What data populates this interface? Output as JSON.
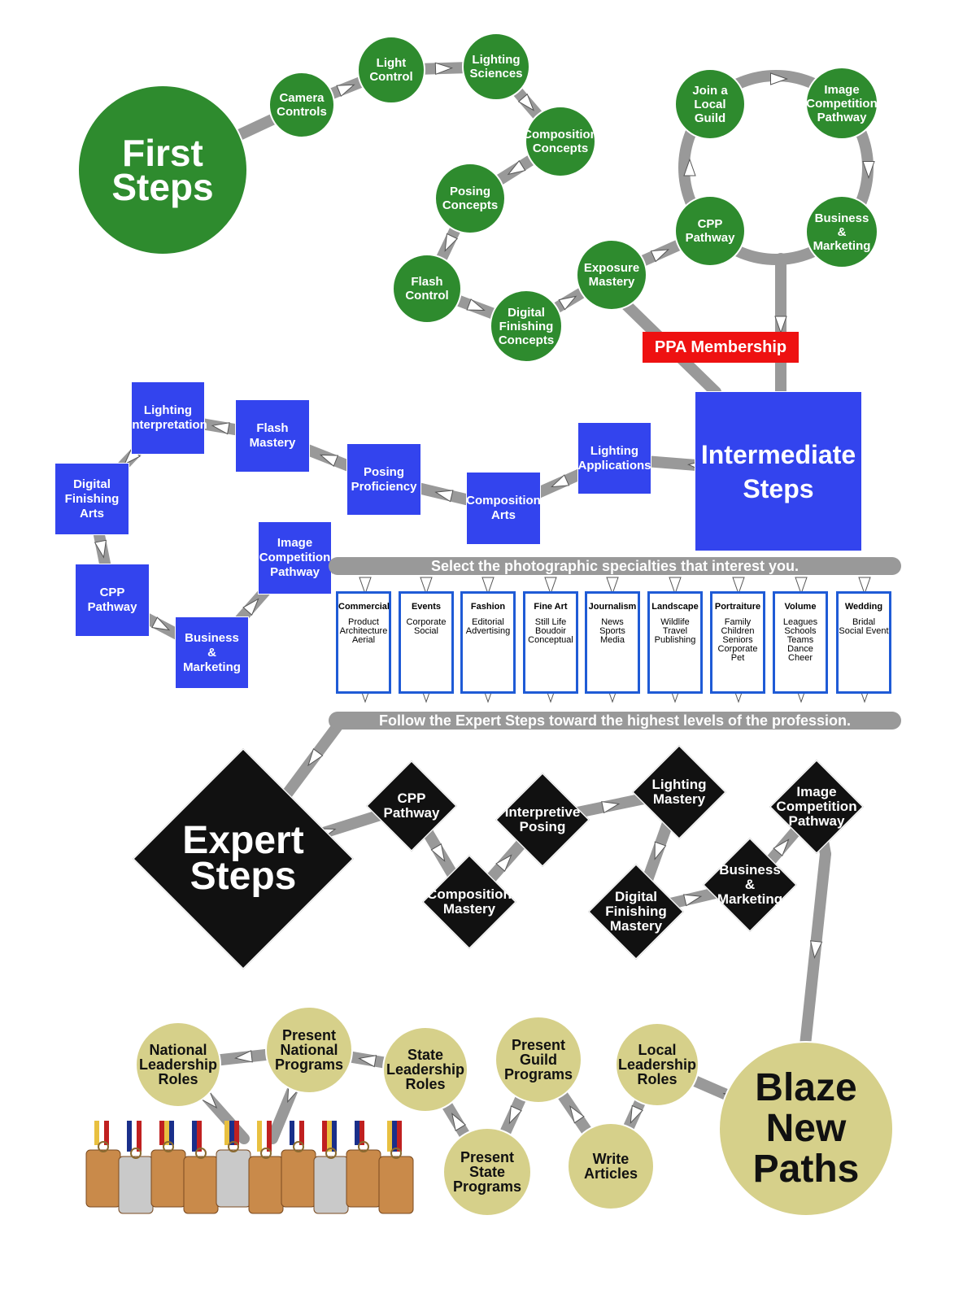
{
  "colors": {
    "green": "#2e8b2e",
    "blue": "#3344ee",
    "black": "#111111",
    "tan": "#d6d08a",
    "red": "#ee1111",
    "connector": "#999999",
    "specialty_border": "#1f5bd6"
  },
  "first_steps": {
    "title": "First Steps",
    "nodes": [
      "Camera Controls",
      "Light Control",
      "Lighting Sciences",
      "Composition Concepts",
      "Posing Concepts",
      "Flash Control",
      "Digital Finishing Concepts",
      "Exposure Mastery"
    ],
    "loop": [
      "Join a Local Guild",
      "Image Competition Pathway",
      "Business & Marketing",
      "CPP Pathway"
    ]
  },
  "ppa_membership": "PPA Membership",
  "intermediate_steps": {
    "title": "Intermediate Steps",
    "nodes": [
      "Lighting Applications",
      "Composition Arts",
      "Posing Proficiency",
      "Flash Mastery",
      "Lighting Interpretation",
      "Digital Finishing Arts",
      "CPP Pathway",
      "Business & Marketing",
      "Image Competition Pathway"
    ]
  },
  "specialties_banner": "Select the photographic specialties that interest you.",
  "specialties": [
    {
      "name": "Commercial",
      "items": [
        "Product",
        "Architecture",
        "Aerial"
      ]
    },
    {
      "name": "Events",
      "items": [
        "Corporate",
        "Social"
      ]
    },
    {
      "name": "Fashion",
      "items": [
        "Editorial",
        "Advertising"
      ]
    },
    {
      "name": "Fine Art",
      "items": [
        "Still Life",
        "Boudoir",
        "Conceptual"
      ]
    },
    {
      "name": "Journalism",
      "items": [
        "News",
        "Sports",
        "Media"
      ]
    },
    {
      "name": "Landscape",
      "items": [
        "Wildlife",
        "Travel",
        "Publishing"
      ]
    },
    {
      "name": "Portraiture",
      "items": [
        "Family",
        "Children",
        "Seniors",
        "Corporate",
        "Pet"
      ]
    },
    {
      "name": "Volume",
      "items": [
        "Leagues",
        "Schools",
        "Teams",
        "Dance",
        "Cheer"
      ]
    },
    {
      "name": "Wedding",
      "items": [
        "Bridal",
        "Social Event"
      ]
    }
  ],
  "expert_banner": "Follow the Expert Steps toward the highest levels of the profession.",
  "expert_steps": {
    "title": "Expert Steps",
    "nodes": [
      "CPP Pathway",
      "Composition Mastery",
      "Interpretive Posing",
      "Lighting Mastery",
      "Digital Finishing Mastery",
      "Business & Marketing",
      "Image Competition Pathway"
    ]
  },
  "blaze": {
    "title": "Blaze New Paths",
    "nodes": [
      "Local Leadership Roles",
      "Write Articles",
      "Present Guild Programs",
      "Present State Programs",
      "State Leadership Roles",
      "Present National Programs",
      "National Leadership Roles"
    ]
  }
}
